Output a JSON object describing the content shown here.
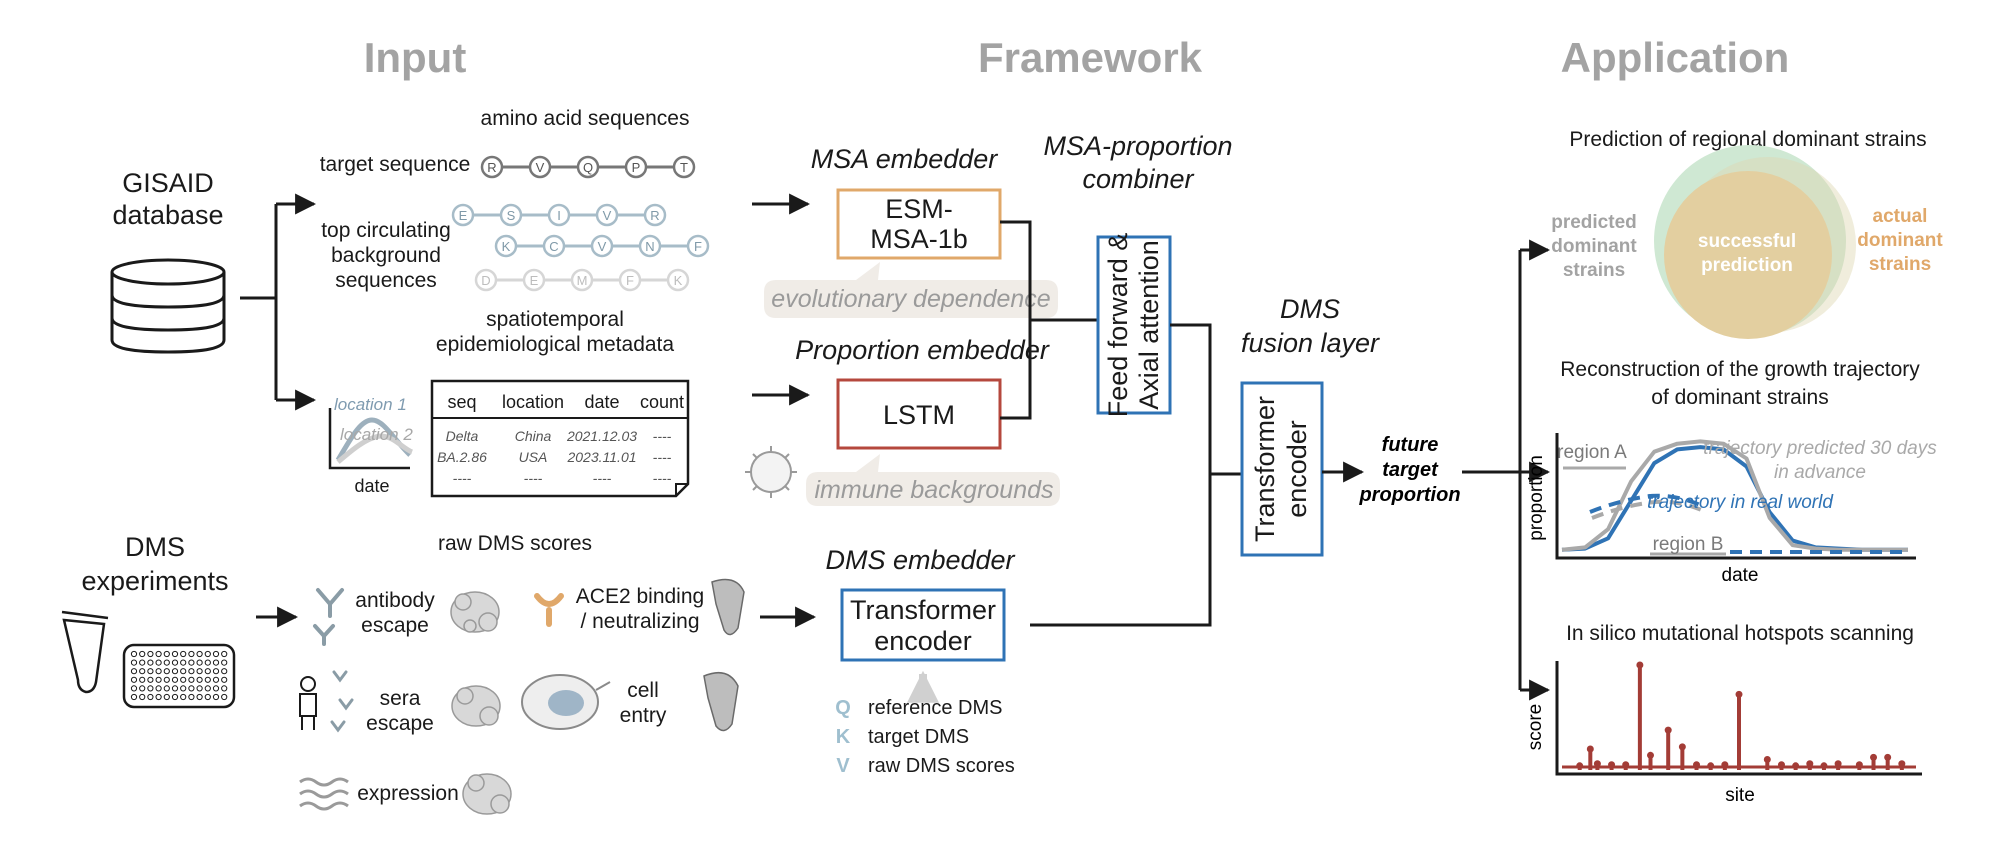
{
  "sections": {
    "input": "Input",
    "framework": "Framework",
    "application": "Application"
  },
  "input": {
    "gisaid": [
      "GISAID",
      "database"
    ],
    "aa_title": "amino acid sequences",
    "target_label": "target sequence",
    "target_seq": [
      "R",
      "V",
      "Q",
      "P",
      "T"
    ],
    "background_label": [
      "top circulating",
      "background",
      "sequences"
    ],
    "bg_seq1": [
      "E",
      "S",
      "I",
      "V",
      "R"
    ],
    "bg_seq2": [
      "K",
      "C",
      "V",
      "N",
      "F"
    ],
    "bg_seq3": [
      "D",
      "E",
      "M",
      "F",
      "K"
    ],
    "meta_title": [
      "spatiotemporal",
      "epidemiological metadata"
    ],
    "loc1": "location 1",
    "loc2": "location 2",
    "date_axis": "date",
    "table_headers": [
      "seq",
      "location",
      "date",
      "count"
    ],
    "table_rows": [
      [
        "Delta",
        "China",
        "2021.12.03",
        "----"
      ],
      [
        "BA.2.86",
        "USA",
        "2023.11.01",
        "----"
      ],
      [
        "----",
        "----",
        "----",
        "----"
      ]
    ],
    "dms_exp": [
      "DMS",
      "experiments"
    ],
    "raw_title": "raw DMS scores",
    "antibody": [
      "antibody",
      "escape"
    ],
    "ace2": [
      "ACE2 binding",
      "/ neutralizing"
    ],
    "sera": [
      "sera",
      "escape"
    ],
    "cell": [
      "cell",
      "entry"
    ],
    "expression": "expression"
  },
  "framework": {
    "msa_title": "MSA embedder",
    "msa_box": [
      "ESM-",
      "MSA-1b"
    ],
    "evo_note": "evolutionary dependence",
    "prop_title": "Proportion embedder",
    "lstm": "LSTM",
    "immune_note": "immune backgrounds",
    "combiner_title": [
      "MSA-proportion",
      "combiner"
    ],
    "combiner_box": [
      "Feed forward &",
      "Axial attention"
    ],
    "fusion_title": [
      "DMS",
      "fusion layer"
    ],
    "fusion_box": [
      "Transformer",
      "encoder"
    ],
    "dms_title": "DMS embedder",
    "dms_box": [
      "Transformer",
      "encoder"
    ],
    "qkv_letters": [
      "Q",
      "K",
      "V"
    ],
    "qkv_labels": [
      "reference DMS",
      "target DMS",
      "raw DMS scores"
    ],
    "output": [
      "future",
      "target",
      "proportion"
    ]
  },
  "application": {
    "venn_title": "Prediction of regional dominant strains",
    "venn_left": [
      "predicted",
      "dominant",
      "strains"
    ],
    "venn_center": [
      "successful",
      "prediction"
    ],
    "venn_right": [
      "actual",
      "dominant",
      "strains"
    ],
    "traj_title": [
      "Reconstruction of the growth trajectory",
      "of dominant strains"
    ],
    "traj_ylabel": "proportion",
    "traj_xlabel": "date",
    "region_a": "region A",
    "region_b": "region B",
    "pred_note": [
      "trajectory predicted 30 days",
      "in advance"
    ],
    "real_note": "trajectory in real world",
    "hot_title": "In silico mutational hotspots scanning",
    "hot_ylabel": "score",
    "hot_xlabel": "site"
  },
  "colors": {
    "section": "#a3a3a3",
    "orange": "#e0a86a",
    "red": "#b5483d",
    "blue": "#2f73b5",
    "green": "#cfe8d3",
    "tan": "#e3cfa0",
    "hotspot": "#a33c36",
    "pred_gray": "#a9a9a9"
  },
  "chart_data": [
    {
      "type": "line",
      "title": "Reconstruction of the growth trajectory of dominant strains",
      "xlabel": "date",
      "ylabel": "proportion",
      "series": [
        {
          "name": "trajectory in real world",
          "values": [
            0.02,
            0.03,
            0.12,
            0.45,
            0.78,
            0.9,
            0.92,
            0.9,
            0.75,
            0.35,
            0.1,
            0.04,
            0.03,
            0.02,
            0.02,
            0.02
          ]
        },
        {
          "name": "trajectory predicted 30 days in advance",
          "values": [
            0.02,
            0.04,
            0.2,
            0.62,
            0.88,
            0.95,
            0.97,
            0.95,
            0.82,
            0.3,
            0.06,
            0.03,
            0.02,
            0.02,
            0.02,
            0.02
          ]
        }
      ],
      "annotations": [
        "region A",
        "region B"
      ]
    },
    {
      "type": "scatter",
      "title": "In silico mutational hotspots scanning",
      "xlabel": "site",
      "ylabel": "score",
      "x": [
        5,
        8,
        10,
        14,
        18,
        22,
        25,
        30,
        34,
        38,
        42,
        46,
        50,
        58,
        62,
        66,
        70,
        74,
        78,
        84,
        88,
        92,
        96
      ],
      "values": [
        0.04,
        0.2,
        0.06,
        0.05,
        0.05,
        1.0,
        0.14,
        0.38,
        0.22,
        0.05,
        0.04,
        0.05,
        0.72,
        0.1,
        0.05,
        0.04,
        0.06,
        0.04,
        0.06,
        0.05,
        0.12,
        0.12,
        0.06
      ]
    }
  ]
}
